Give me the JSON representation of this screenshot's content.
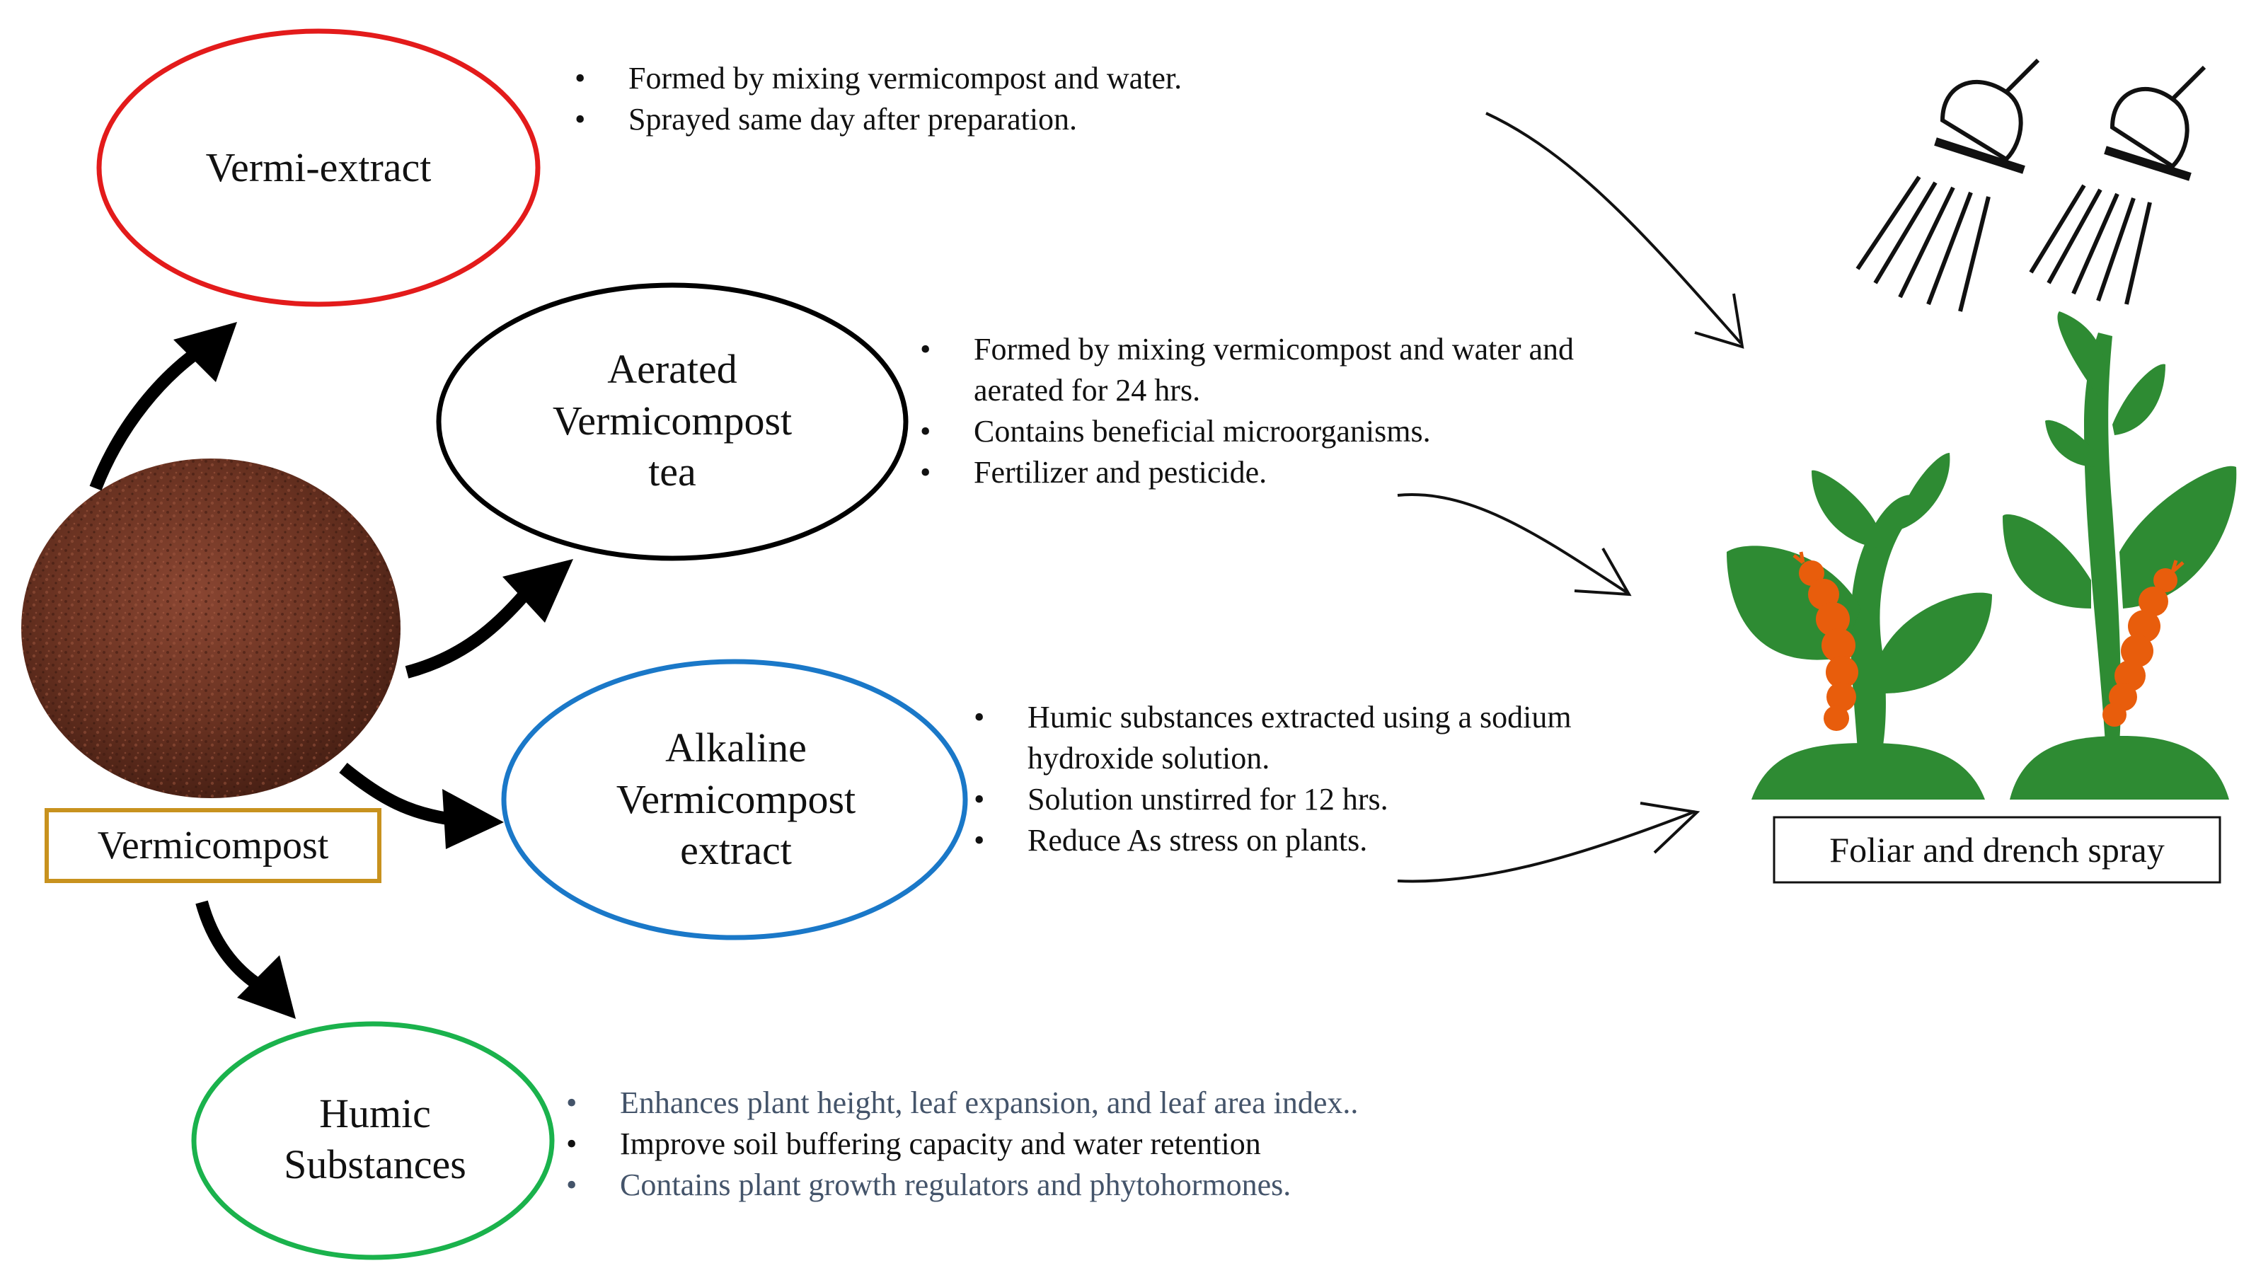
{
  "nodes": {
    "vermi_extract": "Vermi-extract",
    "aerated": "Aerated\nVermicompost\ntea",
    "alkaline": "Alkaline\nVermicompost\nextract",
    "humic": "Humic\nSubstances",
    "source": "Vermicompost",
    "target": "Foliar and drench spray"
  },
  "notes": {
    "vermi_extract": [
      "Formed by mixing vermicompost and water.",
      "Sprayed same day after preparation."
    ],
    "aerated": [
      "Formed by mixing vermicompost and water and aerated for 24 hrs.",
      "Contains beneficial microorganisms.",
      "Fertilizer and pesticide."
    ],
    "alkaline": [
      "Humic substances extracted using a sodium hydroxide solution.",
      "Solution unstirred for 12 hrs.",
      "Reduce As stress on plants."
    ],
    "humic": [
      "Enhances plant height, leaf expansion, and leaf area index..",
      "Improve soil buffering capacity and water retention",
      "Contains plant growth regulators and phytohormones."
    ]
  },
  "bullet_glyph": "•",
  "colors": {
    "vermi_extract": "#e31b1b",
    "aerated": "#000000",
    "alkaline": "#1a78c8",
    "humic": "#1ab24c",
    "source_box": "#c8921e",
    "plant": "#2e8b33",
    "caterpillar": "#e85d0c",
    "soil": "#6b3322",
    "humic_text": "#44546a"
  },
  "icons": [
    "shower-head-icon",
    "plant-icon",
    "caterpillar-icon",
    "arrow-icon",
    "soil-image"
  ]
}
